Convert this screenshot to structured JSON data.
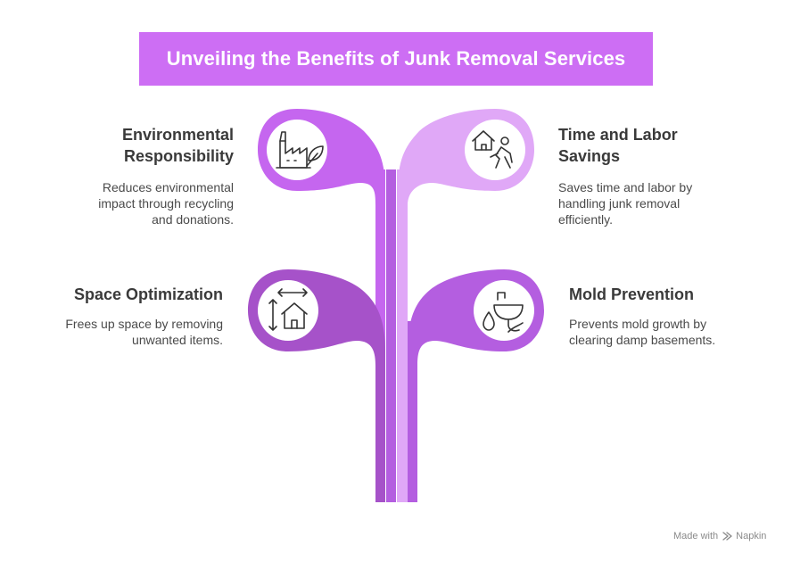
{
  "title": "Unveiling the Benefits of Junk Removal Services",
  "items": {
    "environmental": {
      "heading_line1": "Environmental",
      "heading_line2": "Responsibility",
      "desc_line1": "Reduces environmental",
      "desc_line2": "impact through recycling",
      "desc_line3": "and donations.",
      "icon": "factory-leaf-icon"
    },
    "time": {
      "heading_line1": "Time and Labor",
      "heading_line2": "Savings",
      "desc_line1": "Saves time and labor by",
      "desc_line2": "handling junk removal",
      "desc_line3": "efficiently.",
      "icon": "house-worker-icon"
    },
    "space": {
      "heading": "Space Optimization",
      "desc_line1": "Frees up space by removing",
      "desc_line2": "unwanted items.",
      "icon": "house-dimensions-icon"
    },
    "mold": {
      "heading": "Mold Prevention",
      "desc_line1": "Prevents mold growth by",
      "desc_line2": "clearing damp basements.",
      "icon": "sink-drop-icon"
    }
  },
  "colors": {
    "title_bg": "#cd6ef4",
    "leaf_environmental": "#c566ef",
    "leaf_time": "#e0a8f7",
    "leaf_space": "#a652c9",
    "leaf_mold": "#b45ee0"
  },
  "footer": {
    "made_with": "Made with",
    "brand": "Napkin"
  }
}
